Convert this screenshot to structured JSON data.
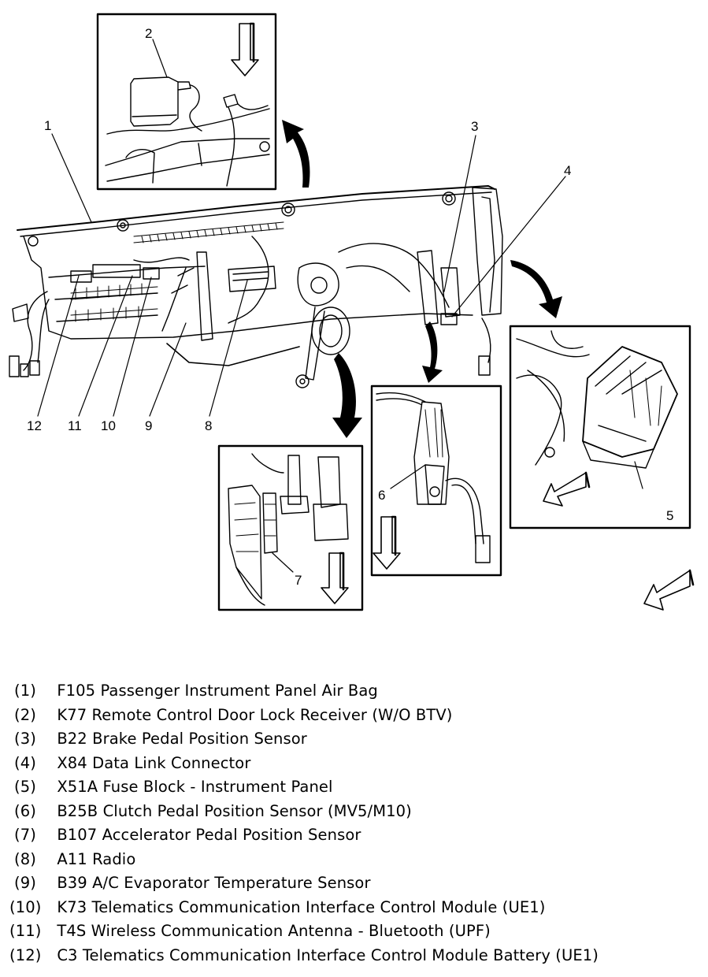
{
  "diagram": {
    "subject": "Instrument panel component locator",
    "callouts": [
      {
        "id": "1",
        "label": "1"
      },
      {
        "id": "2",
        "label": "2"
      },
      {
        "id": "3",
        "label": "3"
      },
      {
        "id": "4",
        "label": "4"
      },
      {
        "id": "5",
        "label": "5"
      },
      {
        "id": "6",
        "label": "6"
      },
      {
        "id": "7",
        "label": "7"
      },
      {
        "id": "8",
        "label": "8"
      },
      {
        "id": "9",
        "label": "9"
      },
      {
        "id": "10",
        "label": "10"
      },
      {
        "id": "11",
        "label": "11"
      },
      {
        "id": "12",
        "label": "12"
      }
    ],
    "insets": [
      {
        "name": "inset-k77-receiver",
        "callout": "2",
        "view_arrow": "down"
      },
      {
        "name": "inset-fuse-block",
        "callout": "5",
        "view_arrow": "front-left"
      },
      {
        "name": "inset-clutch-pedal",
        "callout": "6",
        "view_arrow": "down"
      },
      {
        "name": "inset-accelerator-pedal",
        "callout": "7",
        "view_arrow": "down"
      }
    ],
    "orientation_arrow": "front-left"
  },
  "legend": {
    "items": [
      {
        "num": "(1)",
        "text": "F105 Passenger Instrument Panel Air Bag"
      },
      {
        "num": "(2)",
        "text": "K77 Remote Control Door Lock Receiver (W/O BTV)"
      },
      {
        "num": "(3)",
        "text": "B22 Brake Pedal Position Sensor"
      },
      {
        "num": "(4)",
        "text": "X84 Data Link Connector"
      },
      {
        "num": "(5)",
        "text": "X51A Fuse Block - Instrument Panel"
      },
      {
        "num": "(6)",
        "text": "B25B Clutch Pedal Position Sensor (MV5/M10)"
      },
      {
        "num": "(7)",
        "text": "B107 Accelerator Pedal Position Sensor"
      },
      {
        "num": "(8)",
        "text": "A11 Radio"
      },
      {
        "num": "(9)",
        "text": "B39 A/C Evaporator Temperature Sensor"
      },
      {
        "num": "(10)",
        "text": "K73 Telematics Communication Interface Control Module (UE1)"
      },
      {
        "num": "(11)",
        "text": "T4S Wireless Communication Antenna - Bluetooth (UPF)"
      },
      {
        "num": "(12)",
        "text": "C3 Telematics Communication Interface Control Module Battery (UE1)"
      }
    ]
  }
}
